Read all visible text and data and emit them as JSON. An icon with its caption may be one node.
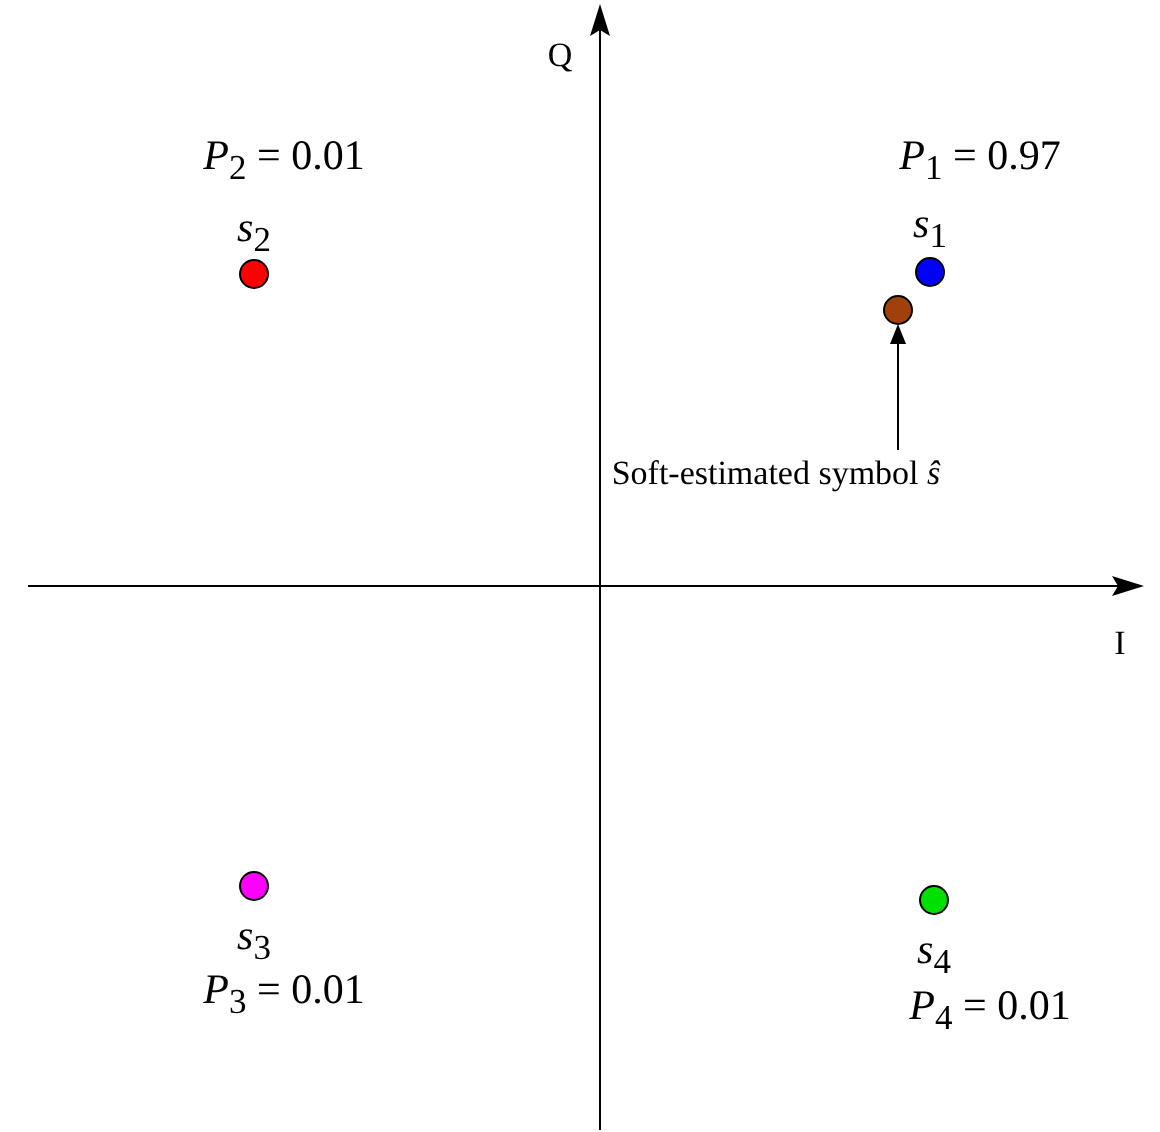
{
  "diagram": {
    "nodes": [
      {
        "text": [],
        "shape": "circle",
        "beside": [
          "*P*$_{2}$ = 0.01",
          "*s*$_{2}$"
        ]
      },
      {
        "text": [],
        "shape": "circle",
        "beside": [
          "*P*$_{1}$ = 0.97",
          "*s*$_{1}$"
        ]
      },
      {
        "text": [],
        "shape": "circle"
      },
      {
        "text": [
          "Soft-estimated symbol *ŝ*"
        ]
      },
      {
        "text": [],
        "shape": "circle",
        "beside": [
          "*s*$_{3}$",
          "*P*$_{3}$ = 0.01"
        ]
      },
      {
        "text": [],
        "shape": "circle",
        "beside": [
          "*s*$_{4}$",
          "*P*$_{4}$ = 0.01"
        ]
      }
    ],
    "edges": [
      {
        "from": 3,
        "to": 2,
        "arrow": "to"
      }
    ],
    "labels": [
      "Q",
      "I"
    ]
  }
}
